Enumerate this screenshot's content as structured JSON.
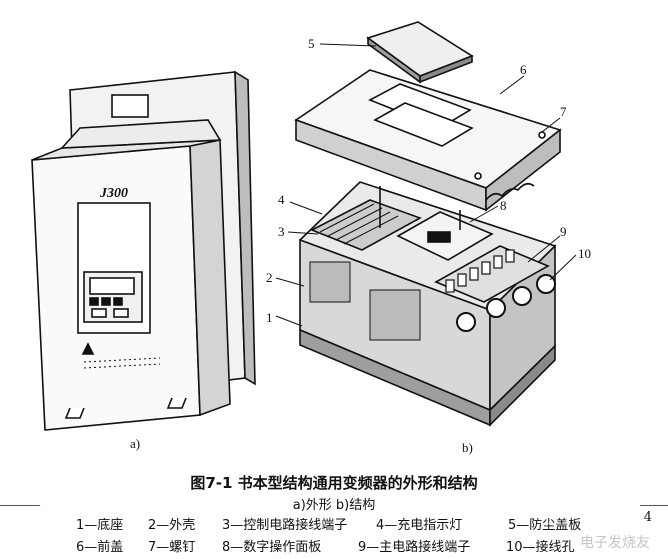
{
  "figure": {
    "device_label": "J300",
    "panel_a_label": "a)",
    "panel_b_label": "b)",
    "callouts": [
      "1",
      "2",
      "3",
      "4",
      "5",
      "6",
      "7",
      "8",
      "9",
      "10"
    ]
  },
  "caption": {
    "title": "图7-1 书本型结构通用变频器的外形和结构",
    "subtitle": "a)外形 b)结构"
  },
  "legend": {
    "row1": [
      "1—底座",
      "2—外壳",
      "3—控制电路接线端子",
      "4—充电指示灯",
      "5—防尘盖板"
    ],
    "row2": [
      "6—前盖",
      "7—螺钉",
      "8—数字操作面板",
      "9—主电路接线端子",
      "10—接线孔"
    ]
  },
  "page_number": "4",
  "watermark": "电子发烧友"
}
